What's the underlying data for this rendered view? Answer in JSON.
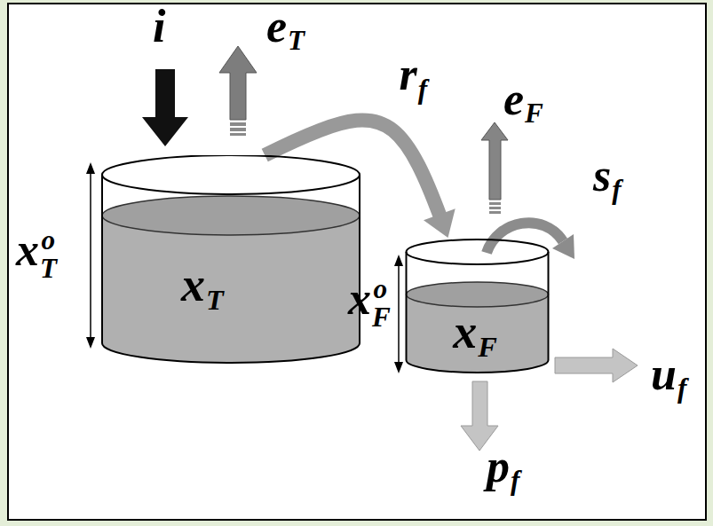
{
  "diagram": {
    "nodes": [
      {
        "text": [
          "xT"
        ]
      },
      {
        "text": [
          "xF"
        ]
      }
    ],
    "edges": [
      {
        "from": 0,
        "to": 1,
        "label": "rf",
        "arrow": "to"
      }
    ],
    "labels": [
      "i",
      "eT",
      "eF",
      "sf",
      "xTo",
      "xFo",
      "uf",
      "pf"
    ]
  }
}
